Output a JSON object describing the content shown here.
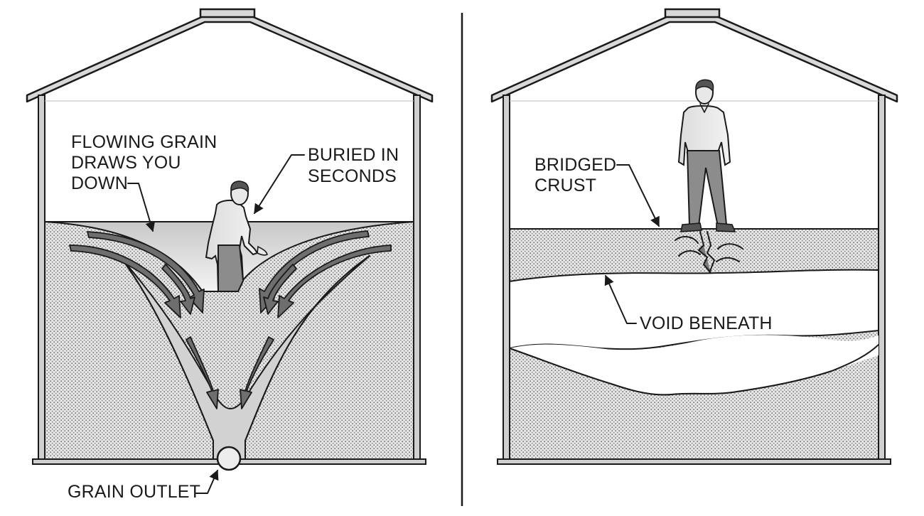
{
  "left_panel": {
    "labels": {
      "flowing_grain": [
        "FLOWING GRAIN",
        "DRAWS YOU",
        "DOWN"
      ],
      "buried": [
        "BURIED IN",
        "SECONDS"
      ],
      "outlet": "GRAIN OUTLET"
    }
  },
  "right_panel": {
    "labels": {
      "bridged": [
        "BRIDGED",
        "CRUST"
      ],
      "void": "VOID BENEATH"
    }
  }
}
